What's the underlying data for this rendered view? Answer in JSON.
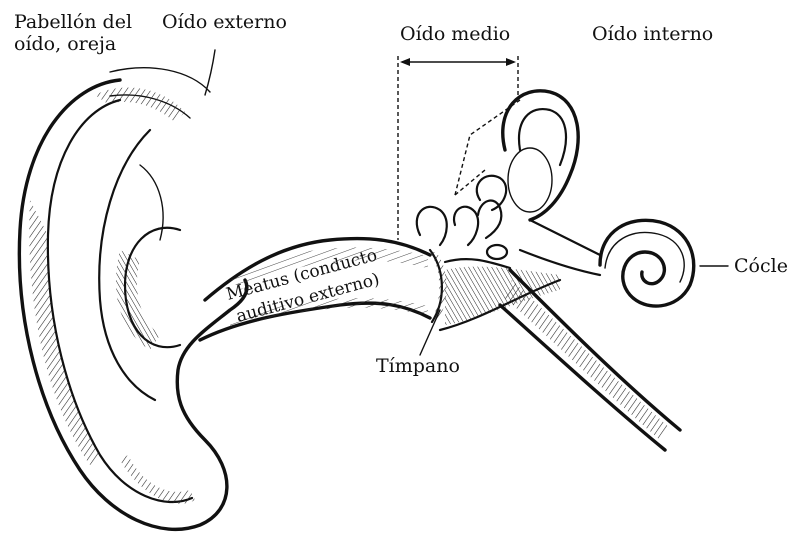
{
  "labels": {
    "pinna_line1": "Pabellón del",
    "pinna_line2": "oído, oreja",
    "outer_ear": "Oído externo",
    "middle_ear": "Oído medio",
    "inner_ear": "Oído interno",
    "cochlea": "Cócle",
    "meatus_line1": "Meatus (conducto",
    "meatus_line2": "auditivo externo)",
    "eardrum": "Tímpano"
  },
  "colors": {
    "ink": "#111111",
    "background": "#ffffff"
  }
}
